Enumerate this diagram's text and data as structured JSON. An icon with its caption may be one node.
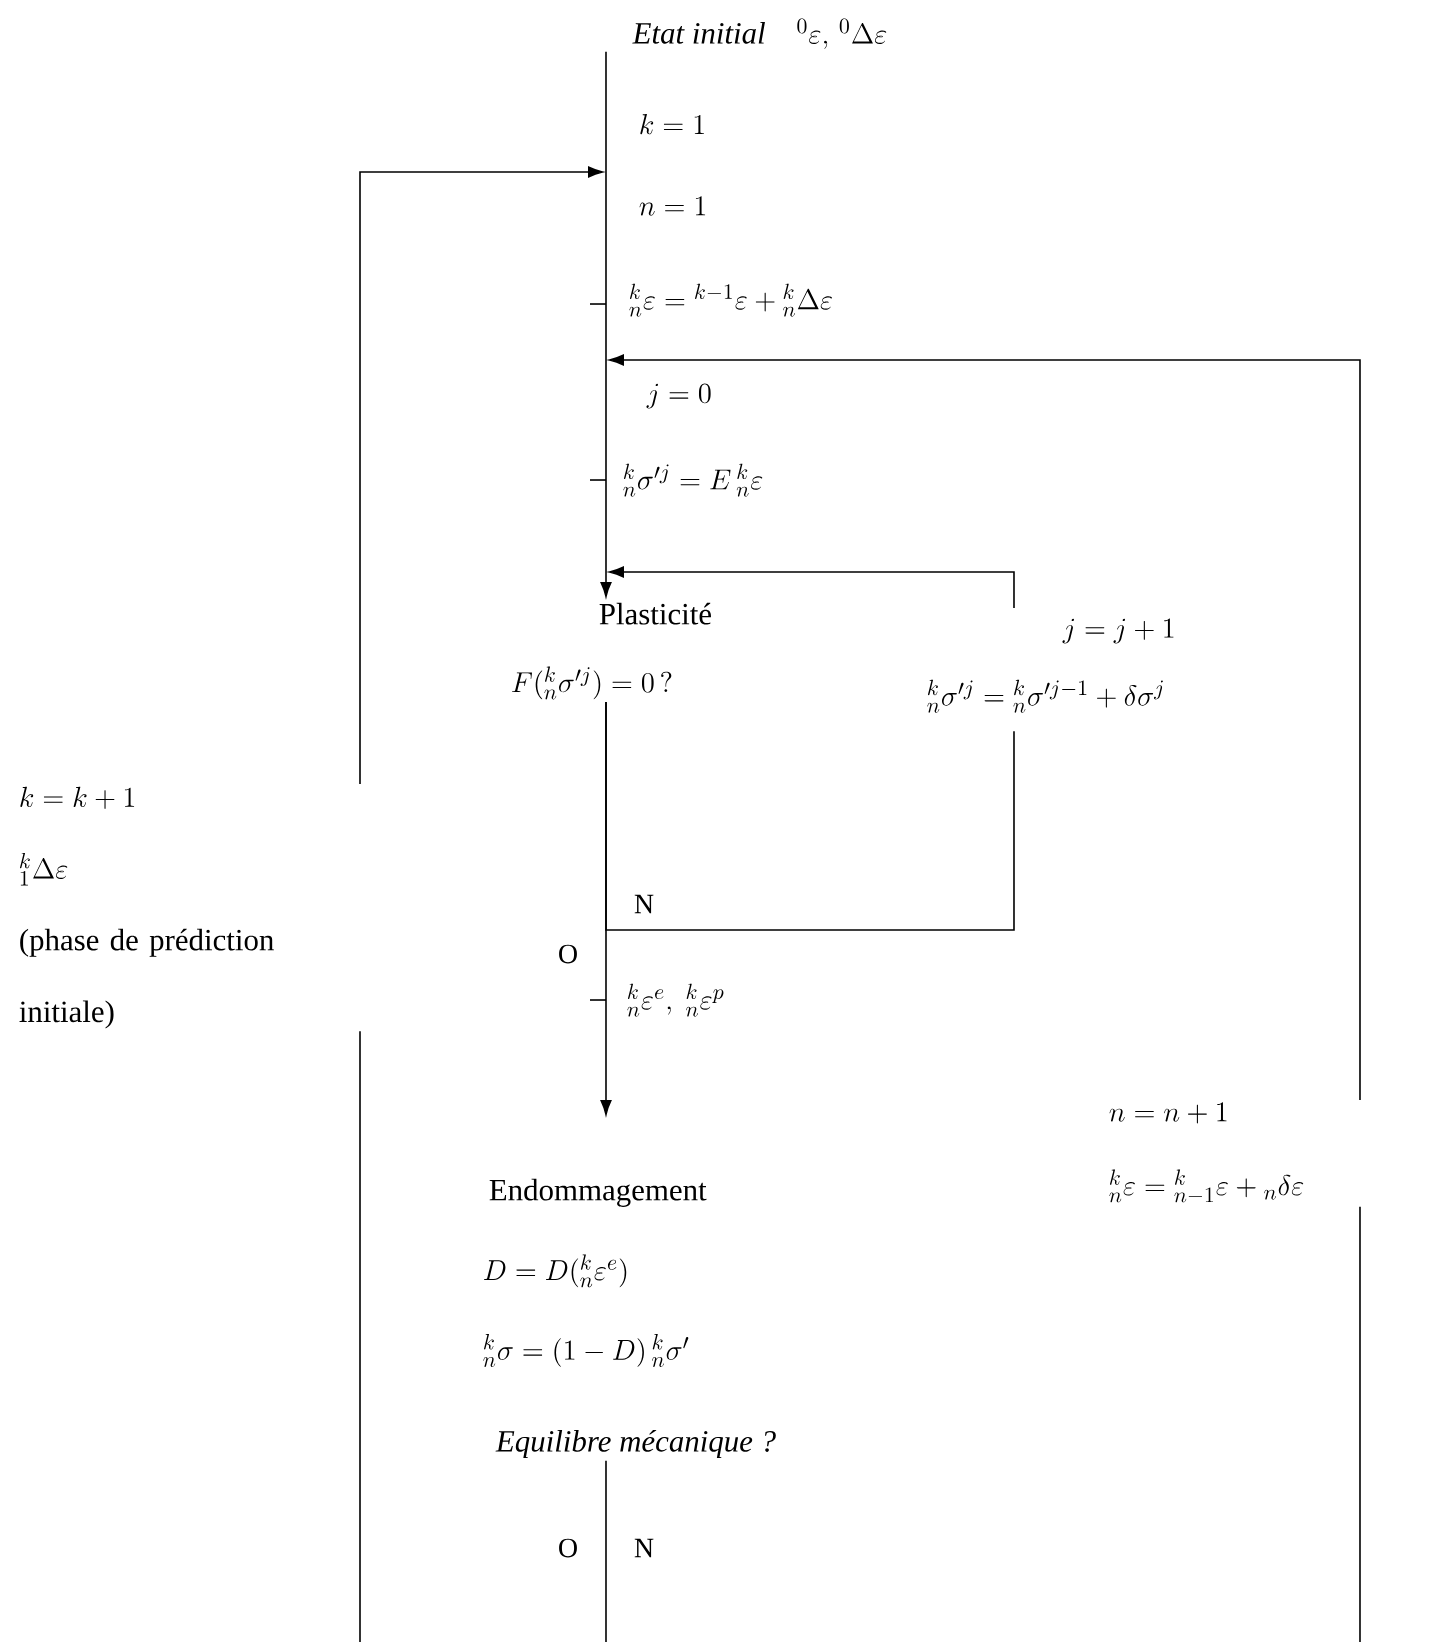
{
  "diagram": {
    "nodes": [
      {
        "text": [
          "Etat initial",
          "{}^{0}\\varepsilon,\\,{}^{0}\\Delta\\varepsilon"
        ]
      },
      {
        "text": [
          "k=1"
        ]
      },
      {
        "text": [
          "n=1"
        ]
      },
      {
        "text": [
          "{}^{k}_{n}\\varepsilon = {}^{k-1}\\varepsilon + {}^{k}_{n}\\Delta\\varepsilon"
        ]
      },
      {
        "text": [
          "j=0"
        ]
      },
      {
        "text": [
          "{}^{k}_{n}\\sigma'^{j} = E\\,{}^{k}_{n}\\varepsilon"
        ]
      },
      {
        "text": [
          "Plasticité",
          "F({}^{k}_{n}\\sigma'^{j}) = 0\\,?"
        ]
      },
      {
        "text": [
          "j = j+1",
          "{}^{k}_{n}\\sigma'^{j} = {}^{k}_{n}\\sigma'^{j-1} + \\delta\\sigma^{j}"
        ]
      },
      {
        "text": [
          "{}^{k}_{n}\\varepsilon^{e},\\ {}^{k}_{n}\\varepsilon^{p}"
        ]
      },
      {
        "text": [
          "Endommagement",
          "D = D({}^{k}_{n}\\varepsilon^{e})",
          "{}^{k}_{n}\\sigma = (1-D)\\,{}^{k}_{n}\\sigma'"
        ]
      },
      {
        "text": [
          "Equilibre mécanique ?"
        ]
      },
      {
        "text": [
          "k = k+1",
          "{}^{k}_{1}\\Delta\\varepsilon",
          "(phase de prédiction initiale)"
        ]
      },
      {
        "text": [
          "n = n+1",
          "{}^{k}_{n}\\varepsilon = {}^{k}_{n-1}\\varepsilon + {}_{n}\\delta\\varepsilon"
        ]
      }
    ],
    "edges": [
      {
        "from": 0,
        "to": 1,
        "arrow": "none"
      },
      {
        "from": 1,
        "to": 2,
        "arrow": "none"
      },
      {
        "from": 2,
        "to": 3,
        "arrow": "none"
      },
      {
        "from": 3,
        "to": 4,
        "arrow": "none"
      },
      {
        "from": 4,
        "to": 5,
        "arrow": "none"
      },
      {
        "from": 5,
        "to": 6,
        "arrow": "to"
      },
      {
        "from": 6,
        "to": 8,
        "arrow": "none",
        "label": "O"
      },
      {
        "from": 8,
        "to": 9,
        "arrow": "to"
      },
      {
        "from": 6,
        "to": 7,
        "arrow": "none",
        "label": "N"
      },
      {
        "from": 7,
        "to": 6,
        "arrow": "to"
      },
      {
        "from": 10,
        "to": null,
        "arrow": "none"
      },
      {
        "from": null,
        "to": 11,
        "arrow": "none"
      },
      {
        "from": 11,
        "to": 2,
        "arrow": "to"
      },
      {
        "from": null,
        "to": 12,
        "arrow": "none"
      },
      {
        "from": 12,
        "to": 4,
        "arrow": "to"
      }
    ],
    "labels": [
      "O",
      "N"
    ]
  }
}
